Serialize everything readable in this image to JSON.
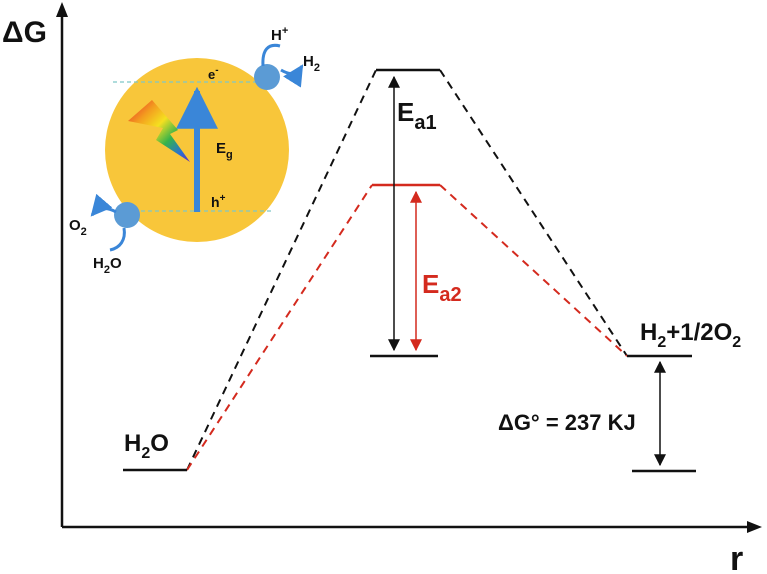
{
  "axes": {
    "y_label": "ΔG",
    "x_label": "r"
  },
  "levels": {
    "reactant": {
      "base": "H",
      "sub": "2",
      "tail": "O"
    },
    "product": {
      "p1": "H",
      "s1": "2",
      "p2": "+1/2O",
      "s2": "2"
    }
  },
  "activation": {
    "uncatalyzed": {
      "main": "E",
      "sub": "a1"
    },
    "catalyzed": {
      "main": "E",
      "sub": "a2"
    }
  },
  "free_energy": {
    "text": "ΔG° = 237 KJ"
  },
  "photocatalyst": {
    "electron": {
      "main": "e",
      "sup": "-"
    },
    "hole": {
      "main": "h",
      "sup": "+"
    },
    "band_gap": {
      "main": "E",
      "sub": "g"
    },
    "proton": {
      "main": "H",
      "sup": "+"
    },
    "hydrogen": {
      "main": "H",
      "sub": "2"
    },
    "oxygen": {
      "main": "O",
      "sub": "2"
    },
    "water": {
      "base": "H",
      "sub": "2",
      "tail": "O"
    }
  },
  "colors": {
    "axis": "#111111",
    "uncatalyzed": "#111111",
    "catalyzed": "#d42a1e",
    "particle": "#f8c63a",
    "arrow_blue": "#3a86d8",
    "band_dash": "#7ec8c8"
  }
}
